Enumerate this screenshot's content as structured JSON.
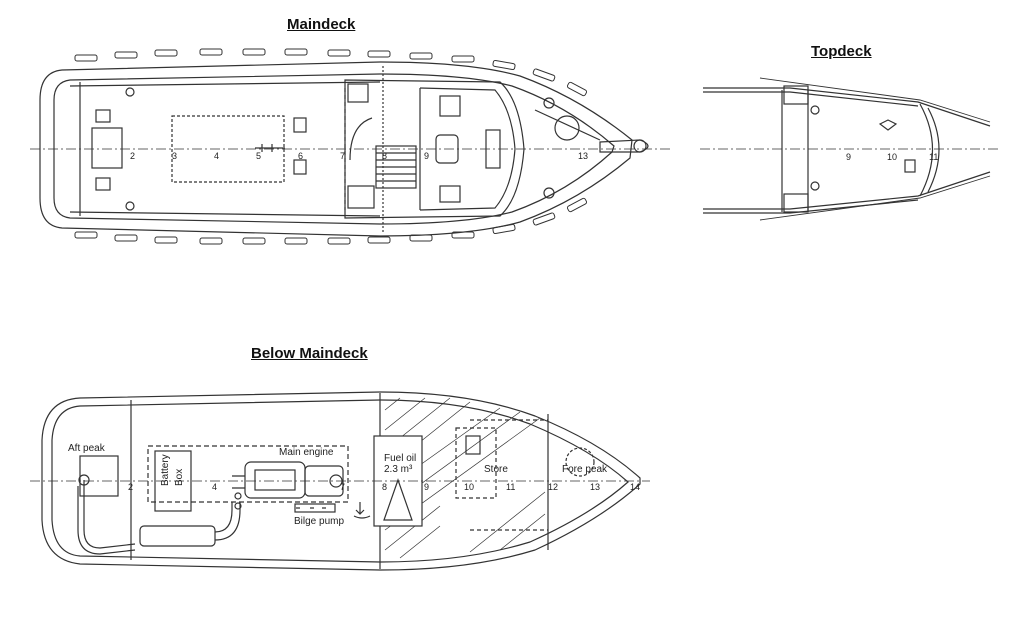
{
  "titles": {
    "maindeck": "Maindeck",
    "topdeck": "Topdeck",
    "below": "Below Maindeck"
  },
  "maindeck": {
    "frames": [
      "2",
      "3",
      "4",
      "5",
      "6",
      "7",
      "8",
      "9",
      "13"
    ]
  },
  "topdeck": {
    "frames": [
      "9",
      "10",
      "11"
    ]
  },
  "below": {
    "compartments": {
      "aft_peak": "Aft peak",
      "battery": "Battery",
      "battery_box": "Box",
      "main_engine": "Main engine",
      "bilge_pump": "Bilge pump",
      "fuel_oil": "Fuel oil",
      "fuel_volume": "2.3 m³",
      "store": "Store",
      "fore_peak": "Fore peak"
    },
    "frames": [
      "2",
      "4",
      "7",
      "8",
      "9",
      "10",
      "11",
      "12",
      "13",
      "14"
    ]
  },
  "colors": {
    "line": "#333333",
    "paper": "#ffffff"
  }
}
